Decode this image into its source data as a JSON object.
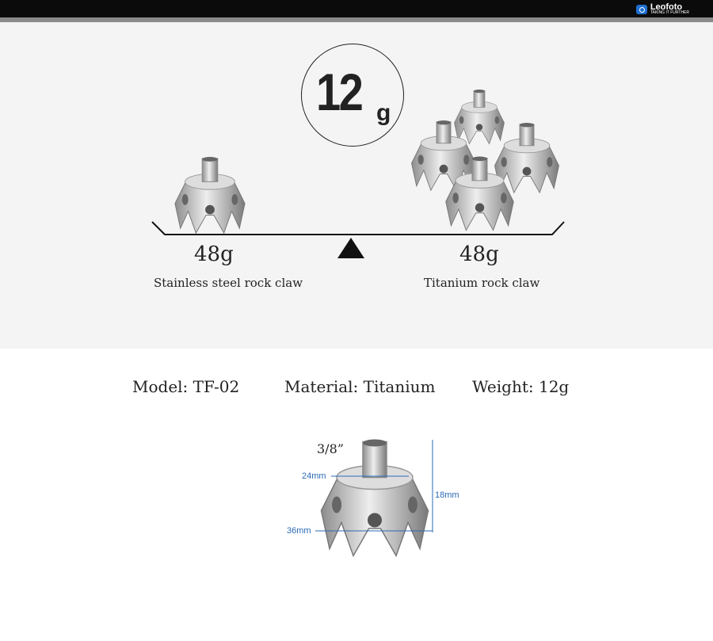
{
  "brand": {
    "name": "Leofoto",
    "tagline": "TAKING IT FURTHER"
  },
  "hero": {
    "weight_value": "12",
    "weight_unit": "g",
    "left": {
      "weight": "48g",
      "label": "Stainless steel rock claw"
    },
    "right": {
      "weight": "48g",
      "label": "Titanium rock claw"
    }
  },
  "specs": {
    "model": "Model:  TF-02",
    "material": "Material: Titanium",
    "weight": "Weight: 12g"
  },
  "dimensions": {
    "thread": "3/8”",
    "top": "24mm",
    "height": "18mm",
    "base": "36mm"
  }
}
